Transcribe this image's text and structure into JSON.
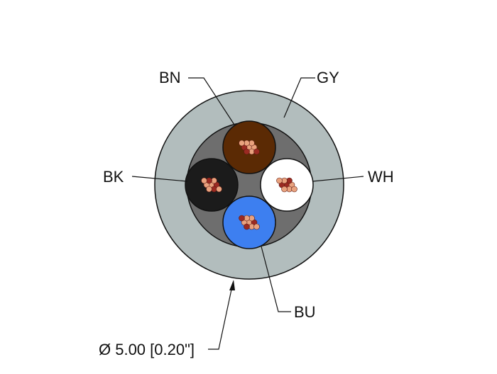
{
  "labels": {
    "bn": "BN",
    "gy": "GY",
    "bk": "BK",
    "wh": "WH",
    "bu": "BU",
    "diameter": "Ø 5.00 [0.20\"]"
  },
  "colors": {
    "jacket": "#b2bdbd",
    "filler": "#6e6e6e",
    "brown": "#5b2a04",
    "black": "#1b1b1b",
    "white": "#ffffff",
    "blue": "#3d7ff0",
    "strand_light": "#e9a27e",
    "strand_dark": "#9b2a22"
  }
}
